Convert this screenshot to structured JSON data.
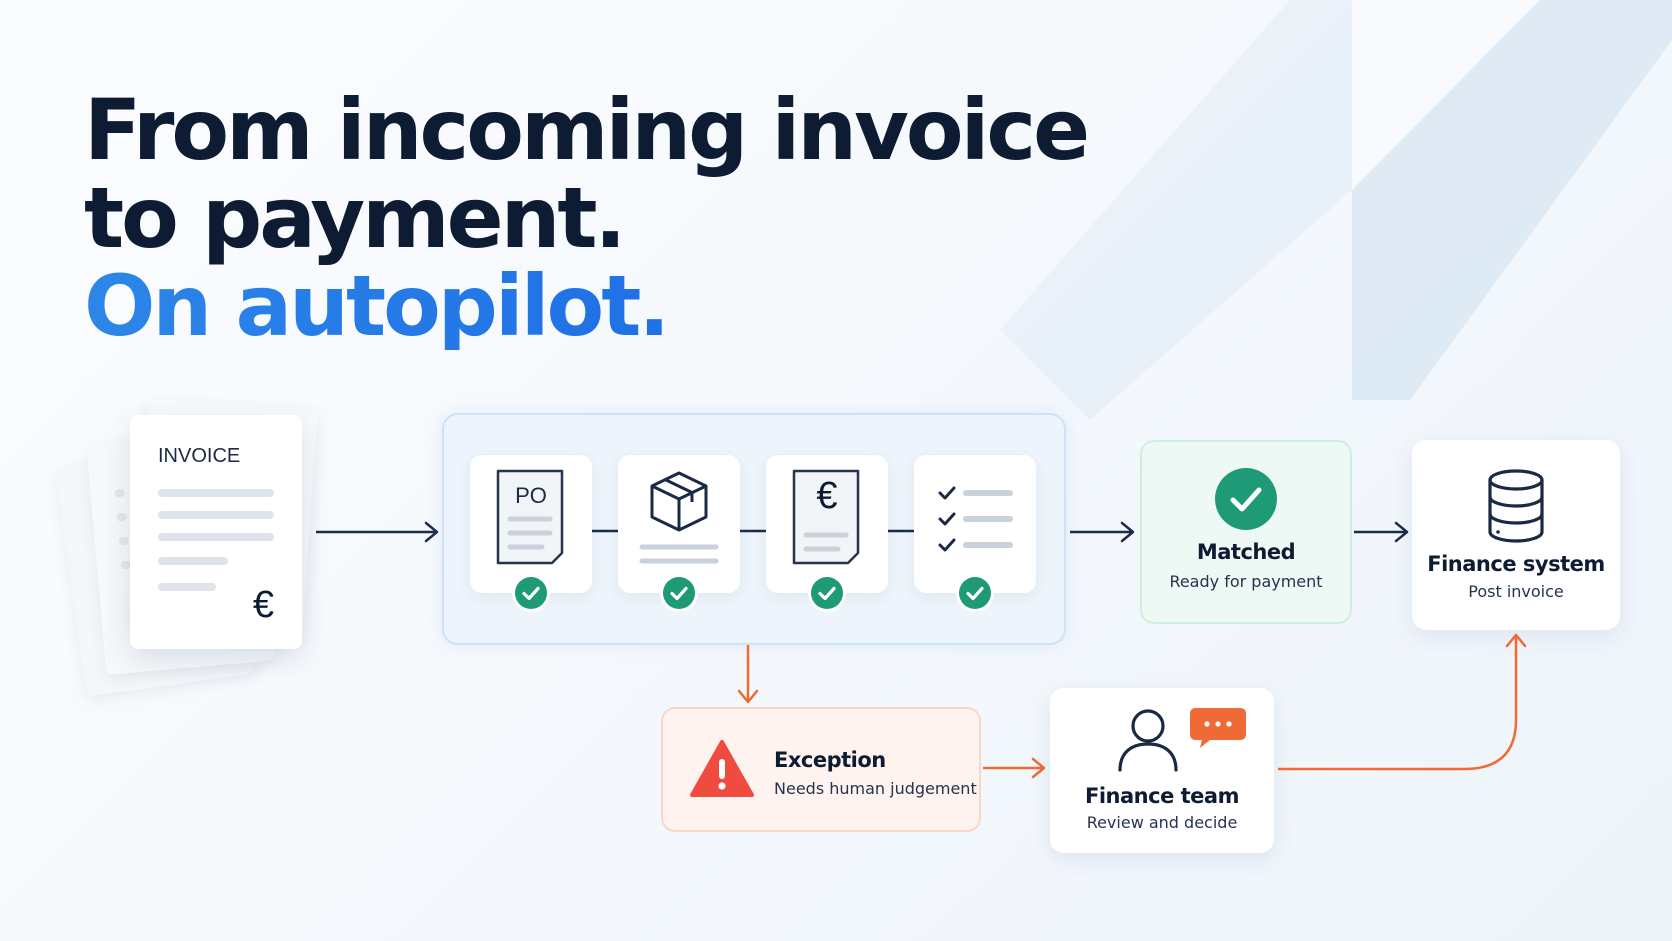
{
  "headline": {
    "line1": "From incoming invoice",
    "line2": "to payment.",
    "line3": "On autopilot."
  },
  "invoice": {
    "label": "INVOICE",
    "currency": "€"
  },
  "checks": [
    {
      "name": "purchase-order",
      "label": "PO",
      "status": "ok"
    },
    {
      "name": "goods-receipt",
      "icon": "box-icon",
      "status": "ok"
    },
    {
      "name": "invoice-amount",
      "label": "€",
      "status": "ok"
    },
    {
      "name": "checklist",
      "icon": "checklist-icon",
      "status": "ok"
    }
  ],
  "matched": {
    "title": "Matched",
    "subtitle": "Ready for payment"
  },
  "finance_system": {
    "title": "Finance system",
    "subtitle": "Post invoice"
  },
  "exception": {
    "title": "Exception",
    "subtitle": "Needs human judgement"
  },
  "finance_team": {
    "title": "Finance team",
    "subtitle": "Review and decide"
  },
  "colors": {
    "navy": "#0d1b33",
    "accent_blue": "#1f6fe6",
    "success_green": "#1e9a76",
    "alert_orange": "#f06a35",
    "alert_red": "#ef4b3f",
    "flow_line": "#1b2c4a"
  }
}
